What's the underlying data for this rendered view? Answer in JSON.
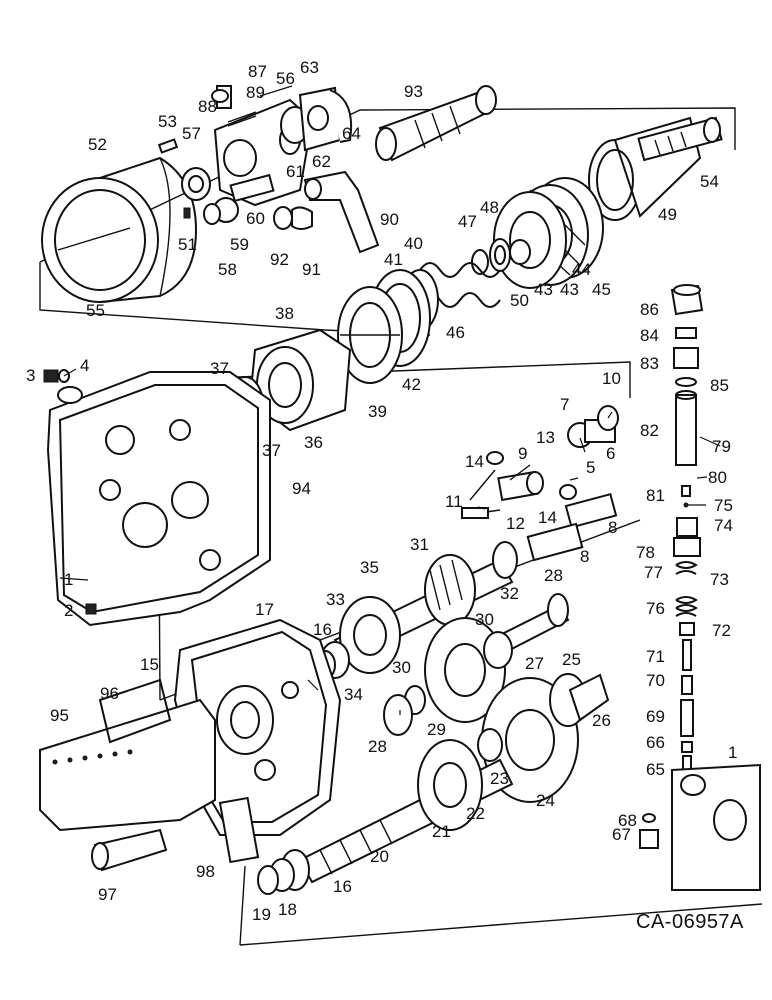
{
  "figure_id": "CA-06957A",
  "labels": [
    "1",
    "2",
    "3",
    "4",
    "5",
    "6",
    "7",
    "8",
    "9",
    "10",
    "11",
    "12",
    "13",
    "14",
    "15",
    "16",
    "17",
    "18",
    "19",
    "20",
    "21",
    "22",
    "23",
    "24",
    "25",
    "26",
    "27",
    "28",
    "29",
    "30",
    "31",
    "32",
    "33",
    "34",
    "35",
    "36",
    "37",
    "38",
    "39",
    "40",
    "41",
    "42",
    "43",
    "44",
    "45",
    "46",
    "47",
    "48",
    "49",
    "50",
    "51",
    "52",
    "53",
    "54",
    "55",
    "56",
    "57",
    "58",
    "59",
    "60",
    "61",
    "62",
    "63",
    "64",
    "65",
    "66",
    "67",
    "68",
    "69",
    "70",
    "71",
    "72",
    "73",
    "74",
    "75",
    "76",
    "77",
    "78",
    "79",
    "80",
    "81",
    "82",
    "83",
    "84",
    "85",
    "86",
    "87",
    "88",
    "89",
    "90",
    "91",
    "92",
    "93",
    "94",
    "95",
    "96",
    "97",
    "98"
  ]
}
